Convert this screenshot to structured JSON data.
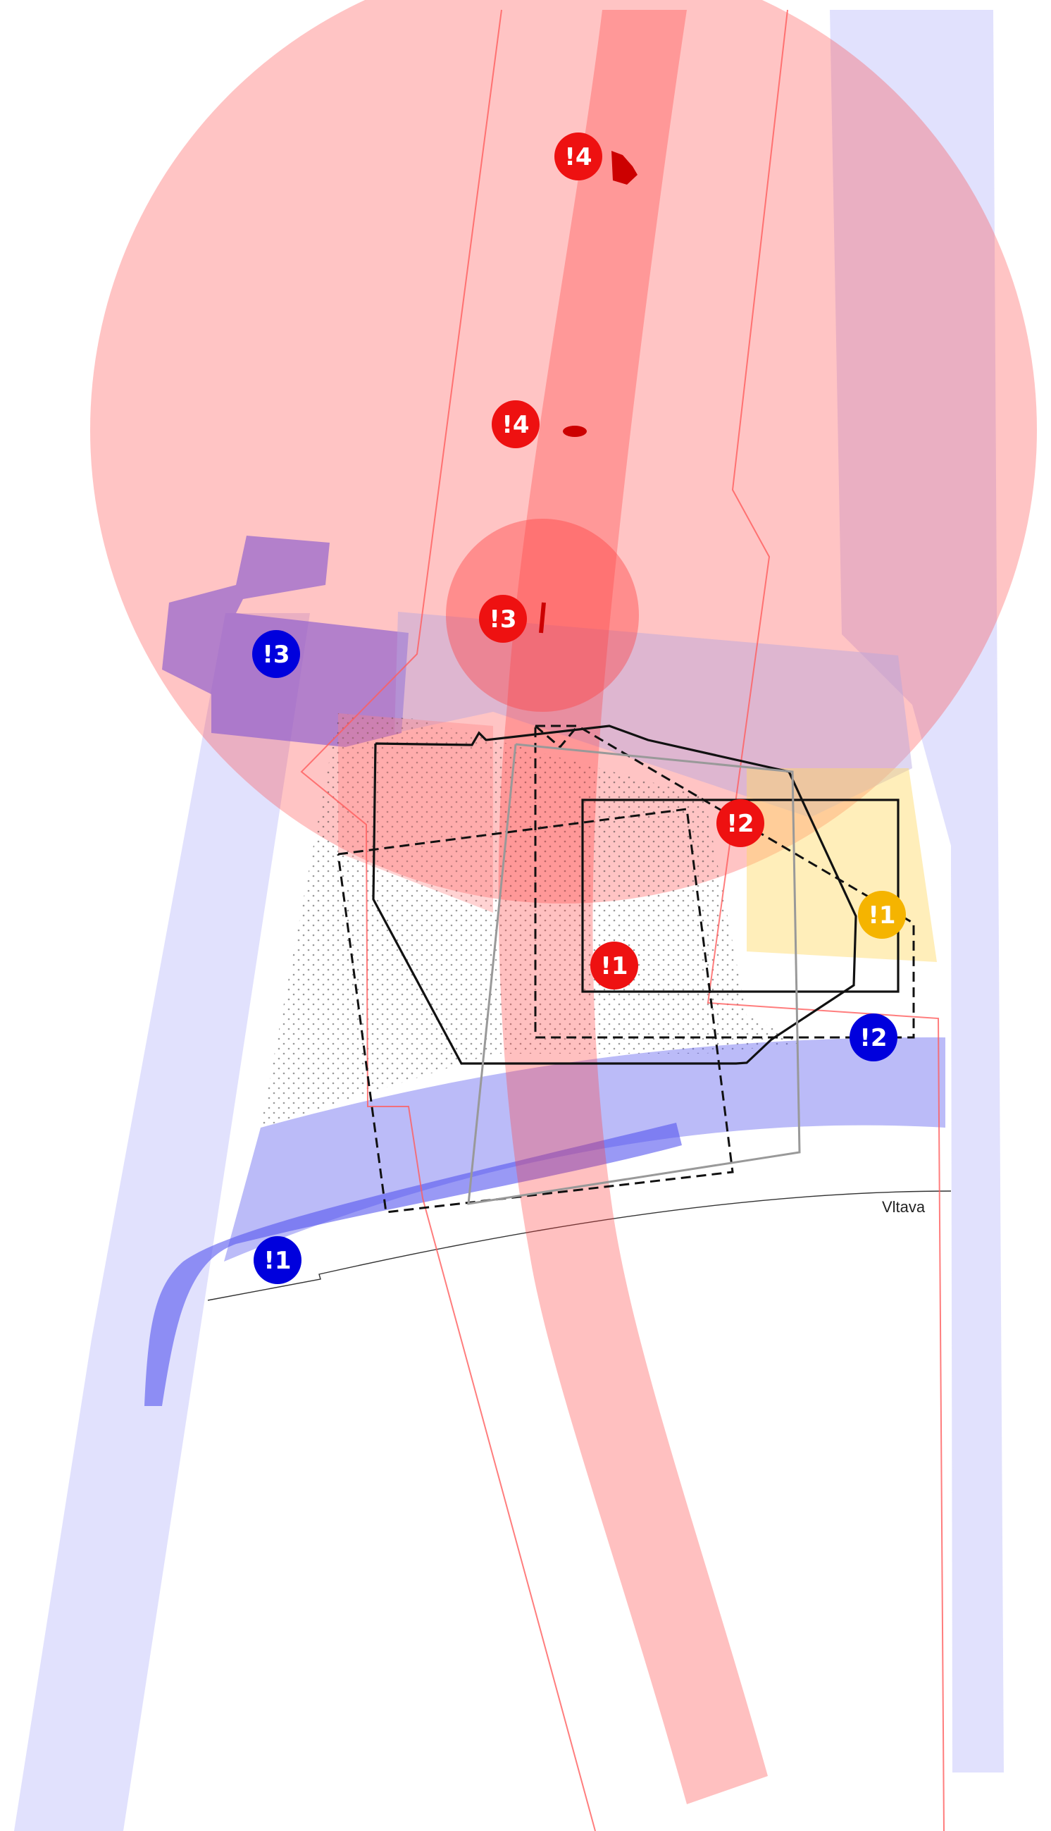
{
  "map": {
    "river_label": "Vltava",
    "colors": {
      "red_zone": "#ff3b3b",
      "red_badge": "#ee1111",
      "blue_zone": "#5555ee",
      "blue_badge": "#0000dd",
      "purple_zone": "#8a5cd0",
      "yellow_zone": "#ffd966",
      "yellow_badge": "#f5b400",
      "pale_blue": "#c9c9fb",
      "outline": "#111111"
    },
    "markers": {
      "red_1": "!1",
      "red_2": "!2",
      "red_3": "!3",
      "red_4a": "!4",
      "red_4b": "!4",
      "blue_1": "!1",
      "blue_2": "!2",
      "blue_3": "!3",
      "yellow_1": "!1"
    }
  }
}
